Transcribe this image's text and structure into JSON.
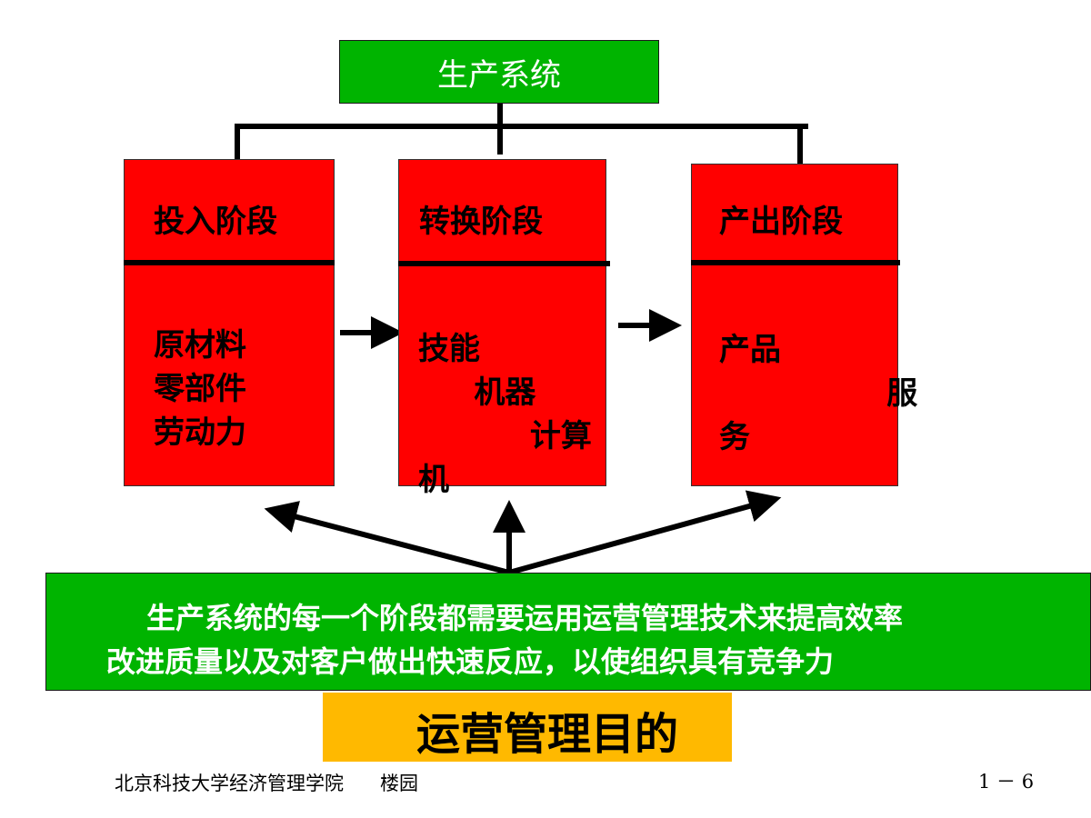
{
  "top": {
    "title": "生产系统"
  },
  "stages": [
    {
      "title": "投入阶段",
      "body": "原材料\n零部件\n劳动力"
    },
    {
      "title": "转换阶段",
      "body": "技能\n   机器\n      计算\n机"
    },
    {
      "title": "产出阶段",
      "body": "产品\n         服\n务"
    }
  ],
  "bottom": {
    "line1": "生产系统的每一个阶段都需要运用运营管理技术来提高效率",
    "line2": "改进质量以及对客户做出快速反应，以使组织具有竞争力"
  },
  "purpose": {
    "label": "运营管理目的"
  },
  "footer": {
    "institution": "北京科技大学经济管理学院      楼园",
    "page": "1 － 6"
  },
  "colors": {
    "green": "#00b400",
    "red": "#ff0000",
    "orange": "#ffb900"
  }
}
